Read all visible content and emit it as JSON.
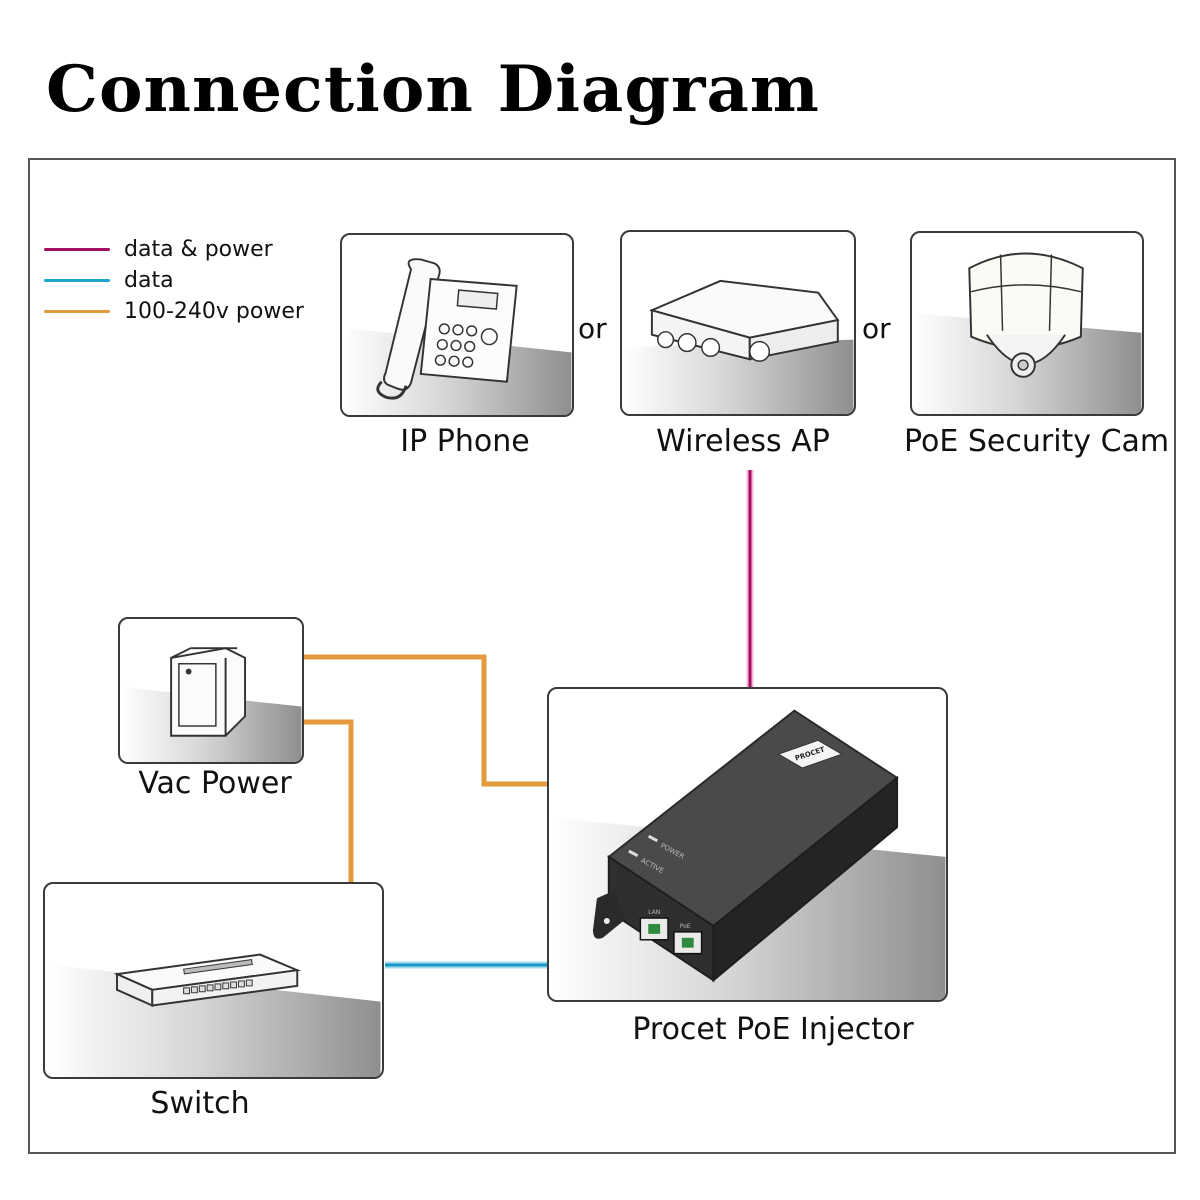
{
  "title": "Connection Diagram",
  "legend": [
    {
      "label": "data & power",
      "color": "#a0105f",
      "kind": "data-power"
    },
    {
      "label": "data",
      "color": "#1aa3cf",
      "kind": "data"
    },
    {
      "label": "100-240v power",
      "color": "#e39a3c",
      "kind": "ac-power"
    }
  ],
  "devices": {
    "ip_phone": {
      "label": "IP Phone"
    },
    "wireless_ap": {
      "label": "Wireless AP"
    },
    "security_cam": {
      "label": "PoE Security Cam"
    },
    "vac_power": {
      "label": "Vac Power"
    },
    "switch": {
      "label": "Switch"
    },
    "injector": {
      "label": "Procet PoE Injector",
      "brand": "PROCET",
      "led_power": "POWER",
      "led_active": "ACTIVE",
      "port_lan": "LAN",
      "port_poe": "PoE"
    }
  },
  "separators": {
    "or_1": "or",
    "or_2": "or"
  },
  "connections": [
    {
      "from": "injector",
      "to": "wireless_ap",
      "type": "data-power"
    },
    {
      "from": "vac_power",
      "to": "injector",
      "type": "ac-power"
    },
    {
      "from": "vac_power",
      "to": "switch",
      "type": "ac-power"
    },
    {
      "from": "switch",
      "to": "injector",
      "type": "data"
    }
  ]
}
